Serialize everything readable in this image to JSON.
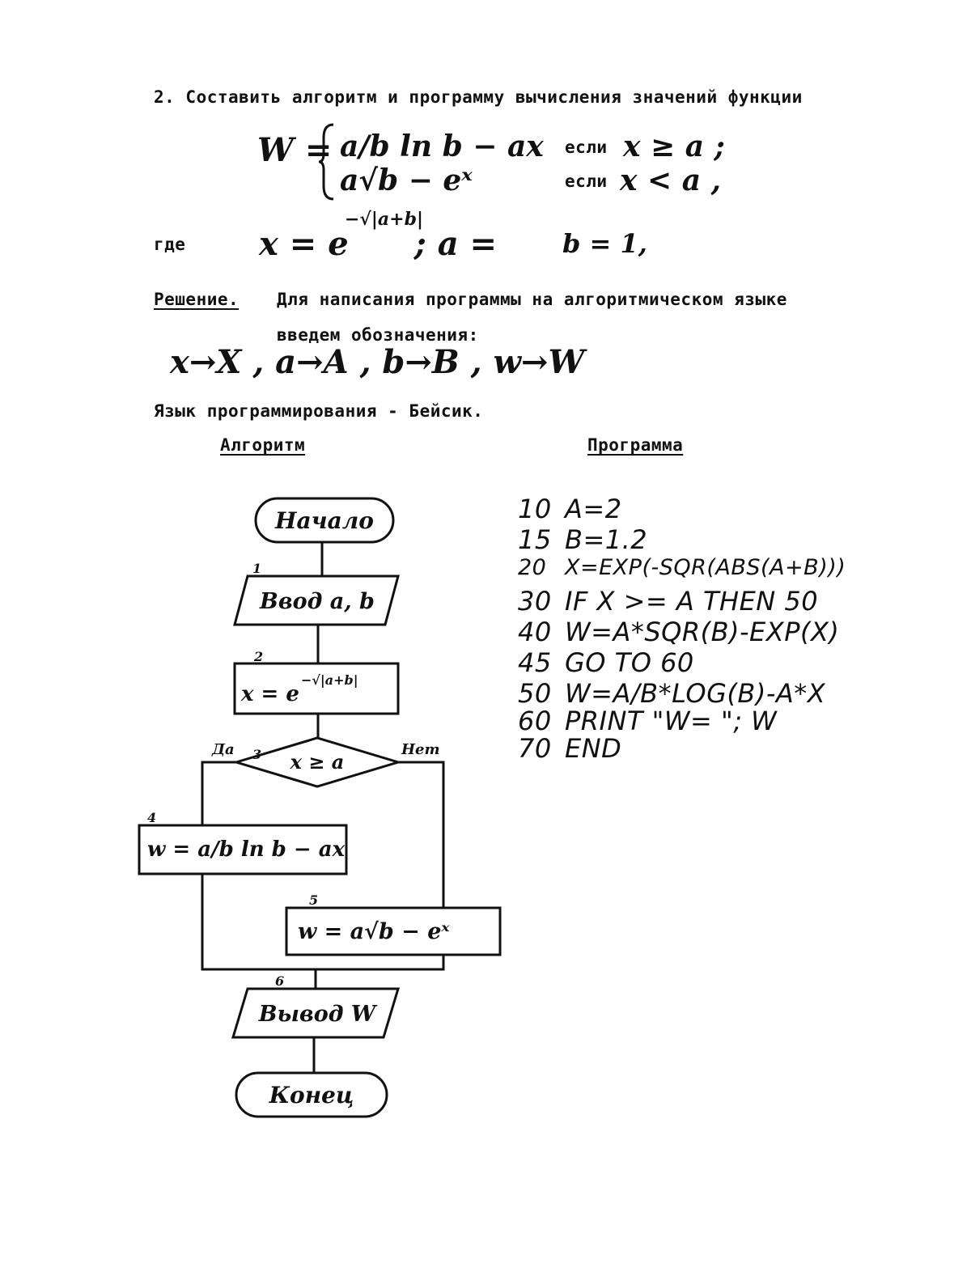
{
  "task": {
    "heading": "2. Составить алгоритм и программу вычисления значений функции",
    "w_label": "W =",
    "case1_expr": "a/b ln b − ax",
    "case1_cond_word": "если",
    "case1_cond": "x ≥ a ;",
    "case2_expr": "a√b − eˣ",
    "case2_cond_word": "если",
    "case2_cond": "x < a ,"
  },
  "where": {
    "label": "где",
    "x_def": "x = e",
    "x_exp": "−√|a+b|",
    "a_def": "; a =",
    "b_def": "b = 1,"
  },
  "solution": {
    "label": "Решение.",
    "text_line1": "Для написания программы на алгоритмическом языке",
    "text_line2": "введем обозначения:",
    "mapping": "x→X , a→A , b→B , w→W",
    "language": "Язык программирования - Бейсик."
  },
  "columns": {
    "algorithm_header": "Алгоритм",
    "program_header": "Программа"
  },
  "flowchart": {
    "start": "Начало",
    "input_num": "1",
    "input": "Ввод a, b",
    "assign_num": "2",
    "assign_x": "x = e",
    "assign_exp": "−√|a+b|",
    "decision_num": "3",
    "decision": "x ≥ a",
    "yes": "Да",
    "no": "Нет",
    "block4_num": "4",
    "block4": "w = a/b ln b − ax",
    "block5_num": "5",
    "block5": "w = a√b − eˣ",
    "output_num": "6",
    "output": "Вывод W",
    "end": "Конец"
  },
  "program": [
    {
      "num": "10",
      "code": "A=2"
    },
    {
      "num": "15",
      "code": "B=1.2"
    },
    {
      "num": "20",
      "code": "X=EXP(-SQR(ABS(A+B)))"
    },
    {
      "num": "30",
      "code": "IF X >= A THEN 50"
    },
    {
      "num": "40",
      "code": "W=A*SQR(B)-EXP(X)"
    },
    {
      "num": "45",
      "code": "GO TO 60"
    },
    {
      "num": "50",
      "code": "W=A/B*LOG(B)-A*X"
    },
    {
      "num": "60",
      "code": "PRINT \"W= \"; W"
    },
    {
      "num": "70",
      "code": "END"
    }
  ]
}
